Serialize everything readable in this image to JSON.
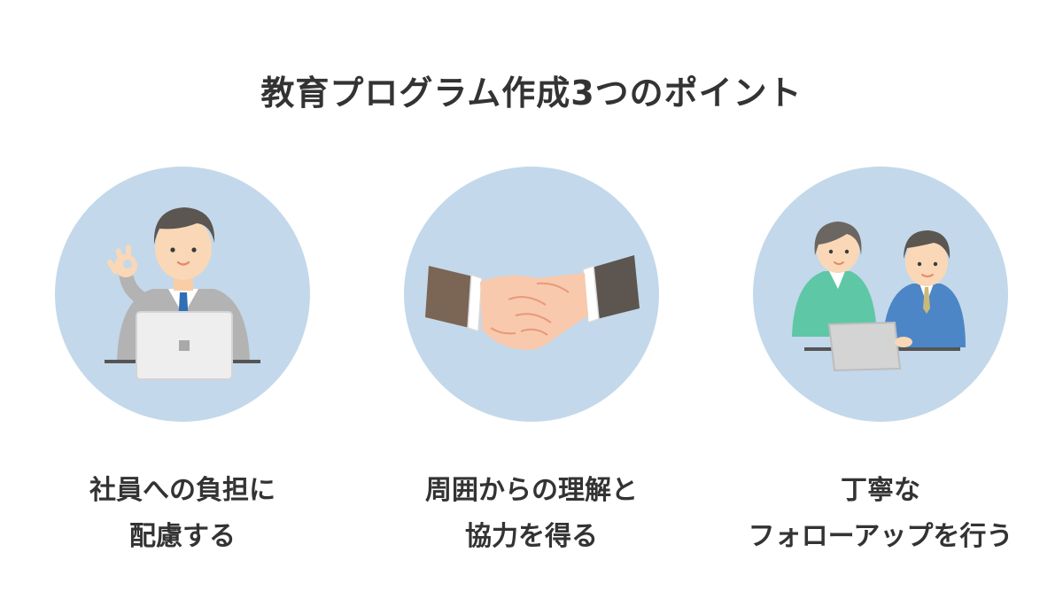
{
  "title": "教育プログラム作成3つのポイント",
  "colors": {
    "circle_bg": "#c3d8ea",
    "text": "#333333"
  },
  "points": [
    {
      "illustration": "businessman-laptop-ok-gesture-icon",
      "caption_lines": [
        "社員への負担に",
        "配慮する"
      ]
    },
    {
      "illustration": "handshake-icon",
      "caption_lines": [
        "周囲からの理解と",
        "協力を得る"
      ]
    },
    {
      "illustration": "two-people-laptop-icon",
      "caption_lines": [
        "丁寧な",
        "フォローアップを行う"
      ]
    }
  ]
}
